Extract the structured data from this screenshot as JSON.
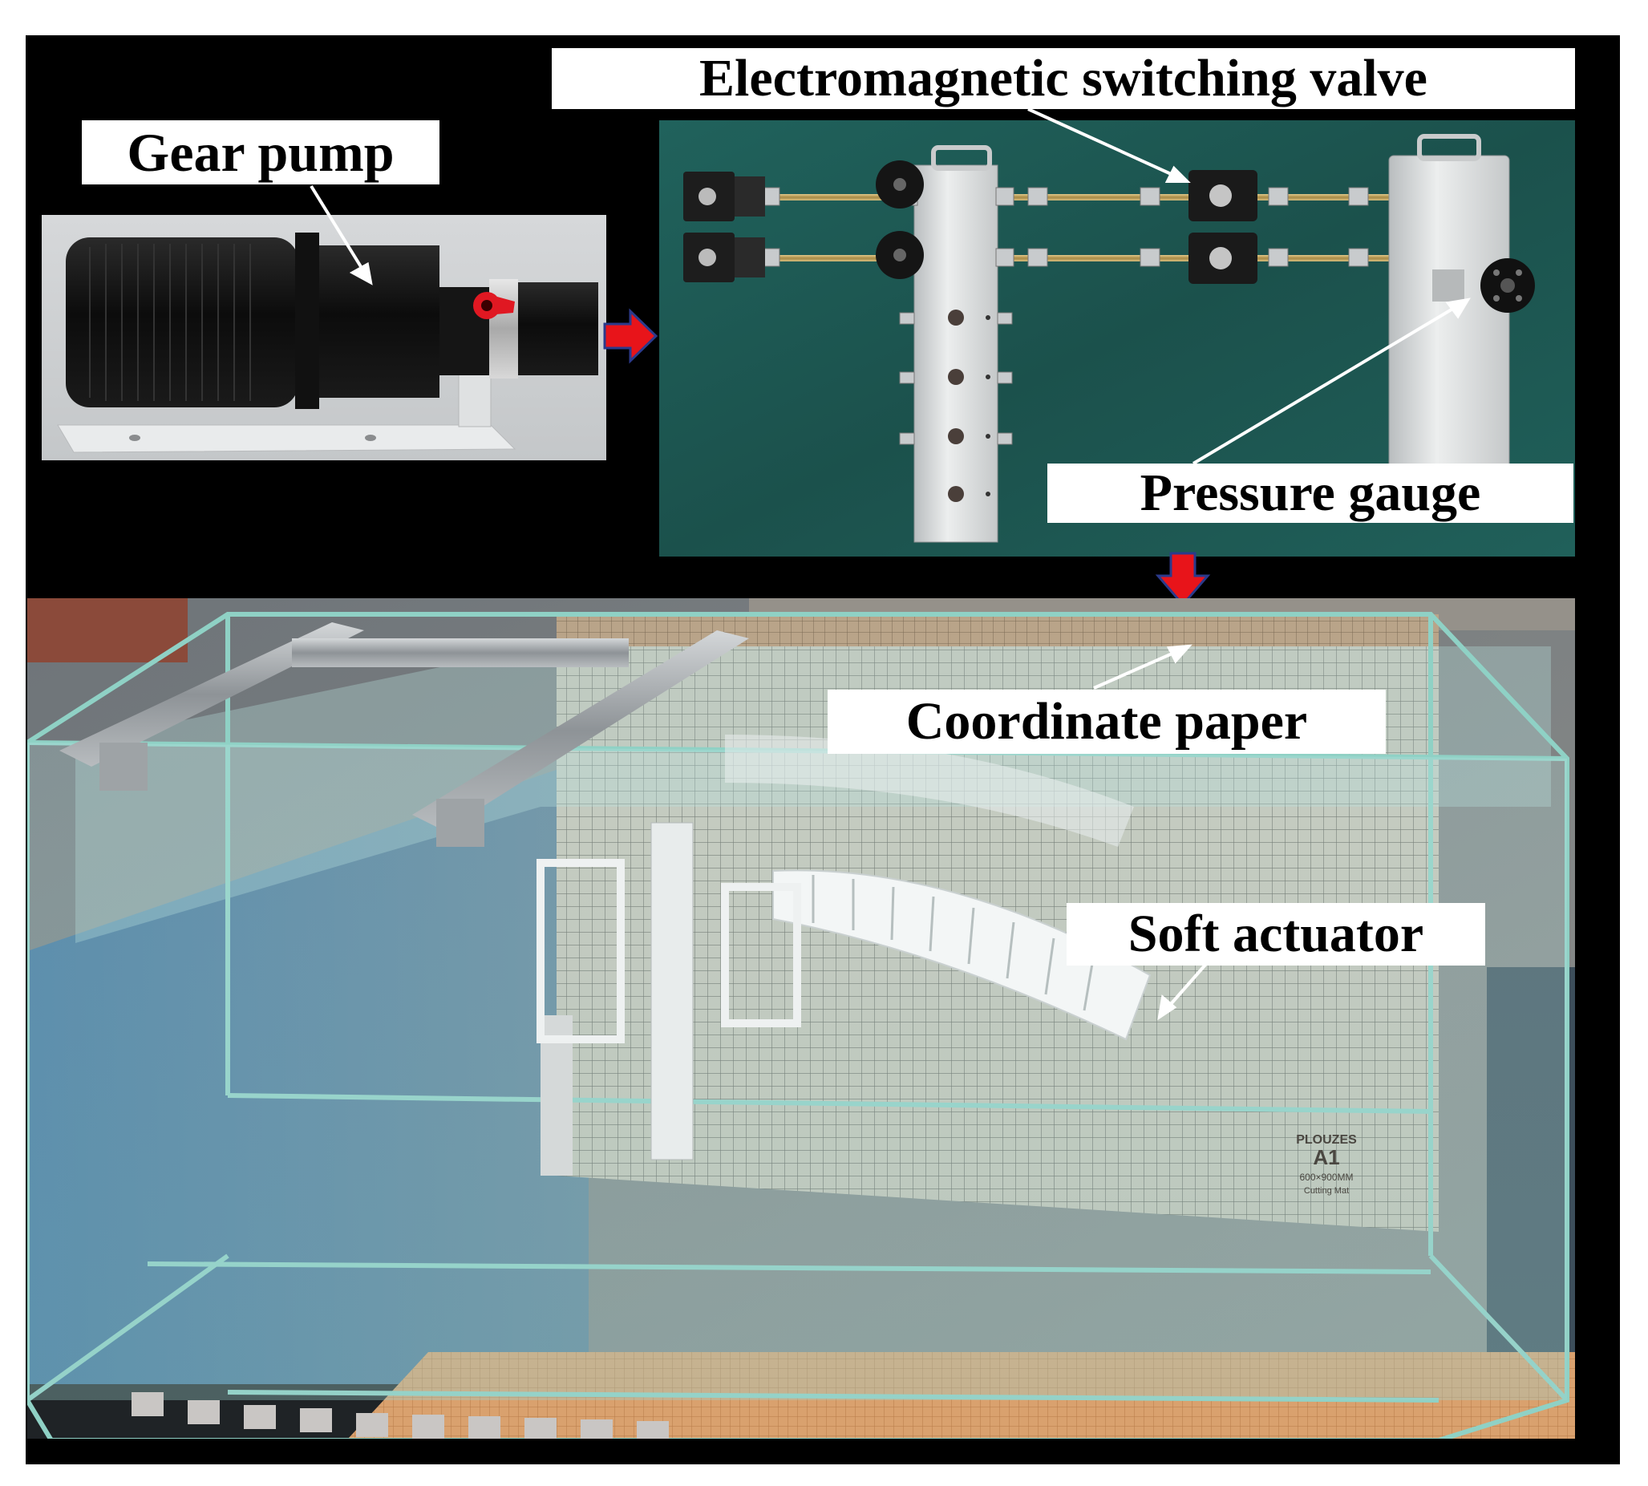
{
  "labels": {
    "gear_pump": "Gear pump",
    "valve": "Electromagnetic switching valve",
    "pressure_gauge": "Pressure gauge",
    "coordinate_paper": "Coordinate paper",
    "soft_actuator": "Soft actuator"
  },
  "paper_marking": {
    "brand": "PLOUZES",
    "size": "A1",
    "dims": "600×900MM",
    "sub": "Cutting Mat"
  },
  "colors": {
    "background": "#000000",
    "arrow_red": "#e8141a",
    "arrow_outline": "#2b3a8c",
    "label_bg": "#ffffff",
    "teal_board": "#1f5a55"
  }
}
